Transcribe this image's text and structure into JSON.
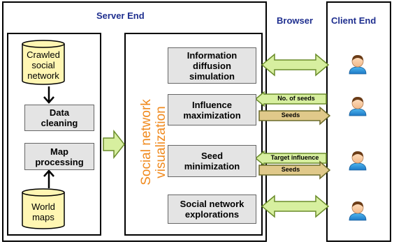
{
  "headings": {
    "server_end": "Server End",
    "browser": "Browser",
    "client_end": "Client End"
  },
  "data_sources": {
    "crawled": [
      "Crawled",
      "social",
      "network"
    ],
    "world_maps": [
      "World",
      "maps"
    ]
  },
  "processing": {
    "data_cleaning": [
      "Data",
      "cleaning"
    ],
    "map_processing": [
      "Map",
      "processing"
    ]
  },
  "visualization_label": [
    "Social network",
    "visualization"
  ],
  "modules": {
    "info_diffusion": [
      "Information",
      "diffusion",
      "simulation"
    ],
    "influence_max": [
      "Influence",
      "maximization"
    ],
    "seed_min": [
      "Seed",
      "minimization"
    ],
    "explorations": [
      "Social network",
      "explorations"
    ]
  },
  "arrow_labels": {
    "no_of_seeds": "No. of seeds",
    "seeds_1": "Seeds",
    "target_influence": "Target influence",
    "seeds_2": "Seeds"
  },
  "colors": {
    "arrow_fill": "#d7ef9f",
    "arrow_stroke": "#6a8c2a",
    "box_fill": "#e4e4e4",
    "cylinder_fill": "#fff6b3",
    "visualization_text": "#f08a1e",
    "heading_text": "#1f2f8f"
  },
  "icons": [
    "user-icon",
    "user-icon",
    "user-icon",
    "user-icon"
  ]
}
